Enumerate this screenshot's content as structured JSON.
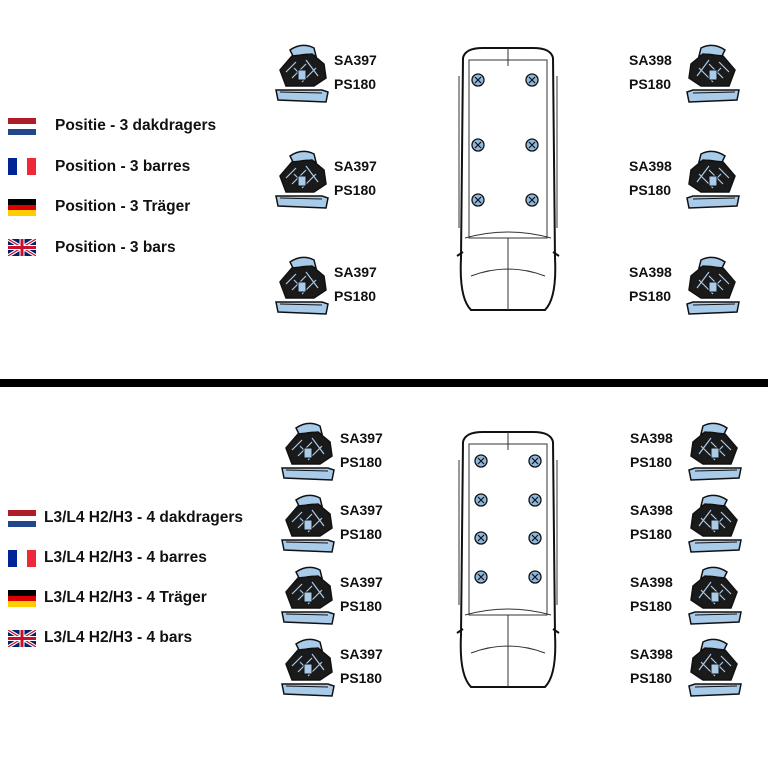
{
  "top": {
    "languages": [
      {
        "flag": "nl-flag",
        "label": "Positie - 3 dakdragers"
      },
      {
        "flag": "fr-flag",
        "label": "Position - 3 barres"
      },
      {
        "flag": "de-flag",
        "label": "Position - 3 Träger"
      },
      {
        "flag": "uk-flag",
        "label": "Position - 3 bars"
      }
    ],
    "left_parts": [
      {
        "foot": "SA397",
        "pad": "PS180"
      },
      {
        "foot": "SA397",
        "pad": "PS180"
      },
      {
        "foot": "SA397",
        "pad": "PS180"
      }
    ],
    "right_parts": [
      {
        "foot": "SA398",
        "pad": "PS180"
      },
      {
        "foot": "SA398",
        "pad": "PS180"
      },
      {
        "foot": "SA398",
        "pad": "PS180"
      }
    ],
    "bar_count": 3
  },
  "bottom": {
    "languages": [
      {
        "flag": "nl-flag",
        "label": "L3/L4 H2/H3 - 4 dakdragers"
      },
      {
        "flag": "fr-flag",
        "label": "L3/L4 H2/H3 - 4 barres"
      },
      {
        "flag": "de-flag",
        "label": "L3/L4 H2/H3 - 4 Träger"
      },
      {
        "flag": "uk-flag",
        "label": "L3/L4 H2/H3 - 4 bars"
      }
    ],
    "left_parts": [
      {
        "foot": "SA397",
        "pad": "PS180"
      },
      {
        "foot": "SA397",
        "pad": "PS180"
      },
      {
        "foot": "SA397",
        "pad": "PS180"
      },
      {
        "foot": "SA397",
        "pad": "PS180"
      }
    ],
    "right_parts": [
      {
        "foot": "SA398",
        "pad": "PS180"
      },
      {
        "foot": "SA398",
        "pad": "PS180"
      },
      {
        "foot": "SA398",
        "pad": "PS180"
      },
      {
        "foot": "SA398",
        "pad": "PS180"
      }
    ],
    "bar_count": 4
  },
  "colors": {
    "part_fill": "#a9cbea",
    "bolt_fill": "#8fb8de",
    "divider": "#000000"
  }
}
